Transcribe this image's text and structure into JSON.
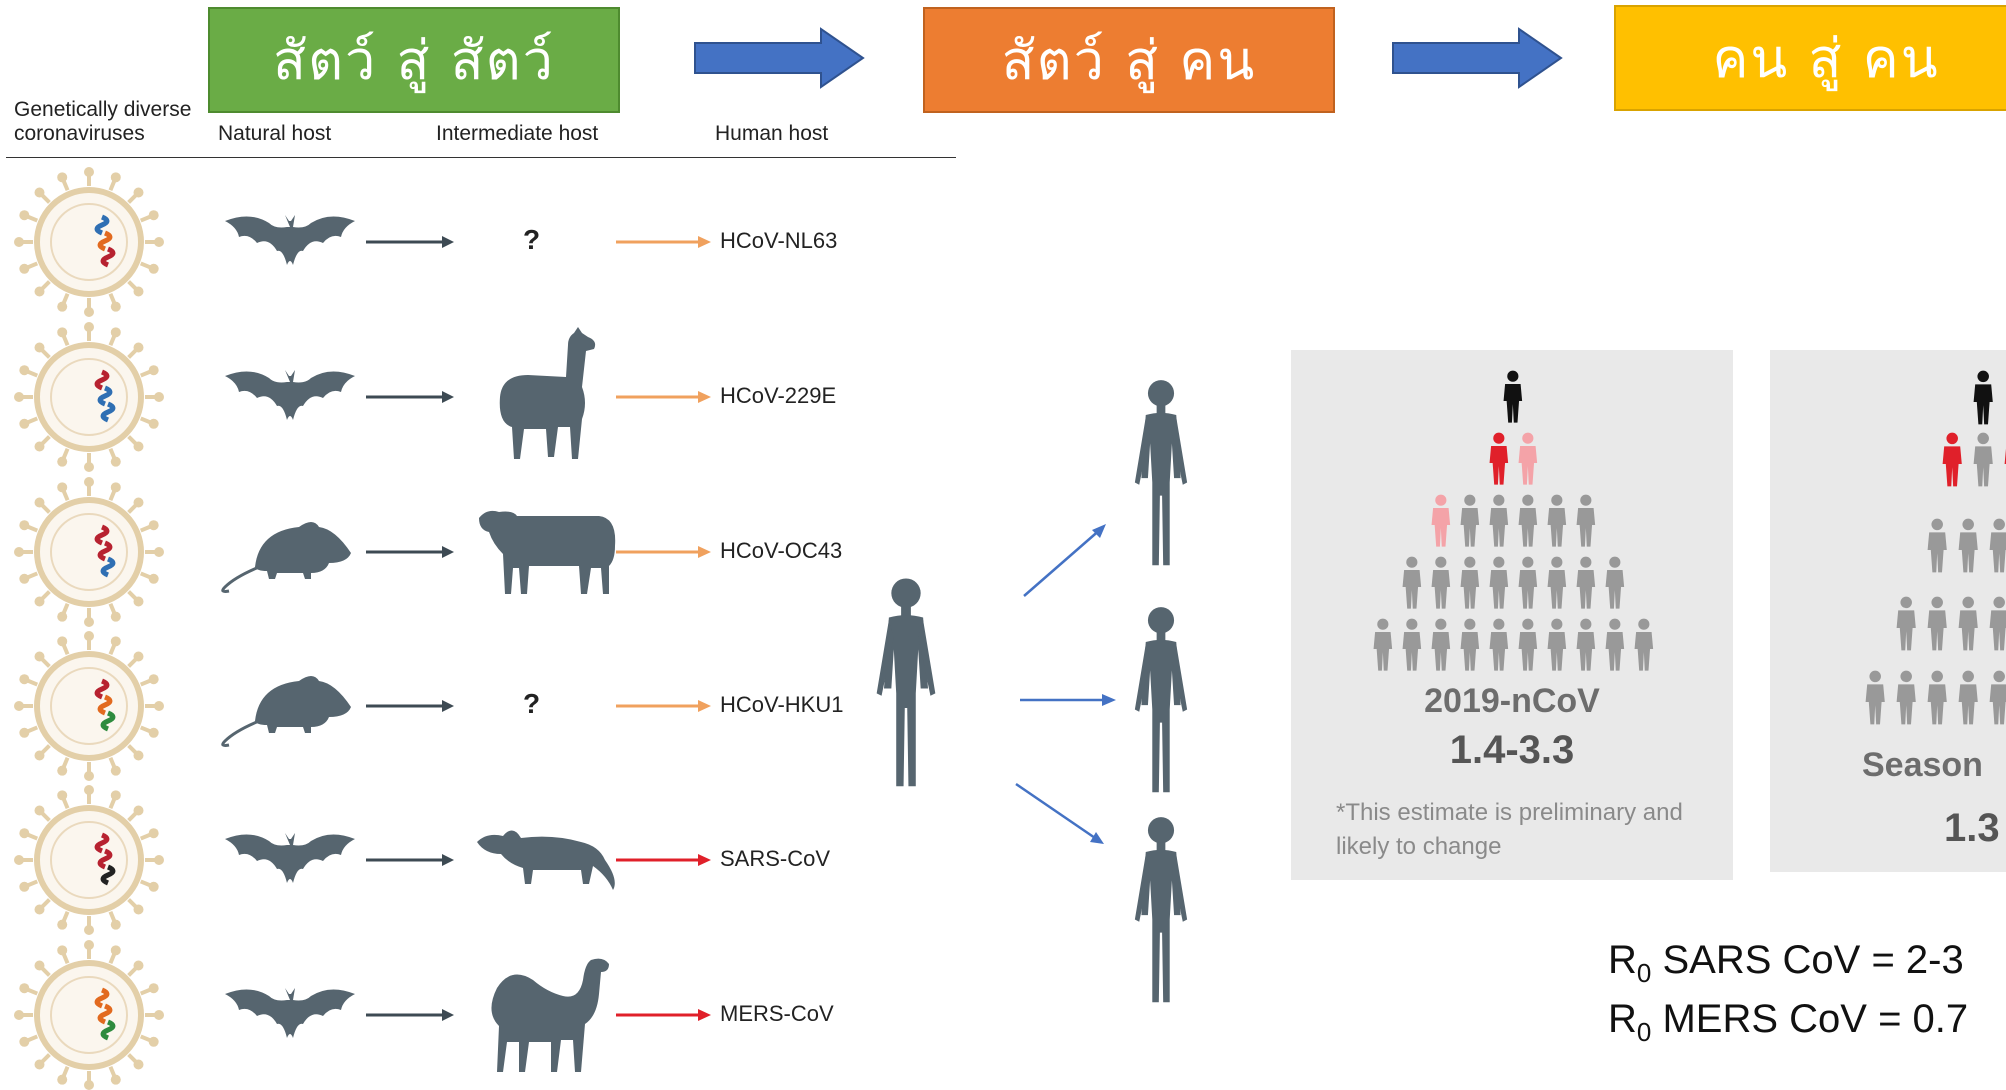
{
  "banners": {
    "animal_to_animal": "สัตว์ สู่ สัตว์",
    "animal_to_human": "สัตว์ สู่ คน",
    "human_to_human": "คน สู่ คน"
  },
  "headers": {
    "diverse": "Genetically diverse coronaviruses",
    "natural_host": "Natural host",
    "intermediate_host": "Intermediate host",
    "human_host": "Human host"
  },
  "rows": [
    {
      "virus": "HCoV-NL63",
      "natural_host": "bat",
      "intermediate": "?",
      "arrow_color": "#f0a15e"
    },
    {
      "virus": "HCoV-229E",
      "natural_host": "bat",
      "intermediate": "alpaca",
      "arrow_color": "#f0a15e"
    },
    {
      "virus": "HCoV-OC43",
      "natural_host": "rodent",
      "intermediate": "cattle",
      "arrow_color": "#f0a15e"
    },
    {
      "virus": "HCoV-HKU1",
      "natural_host": "rodent",
      "intermediate": "?",
      "arrow_color": "#f0a15e"
    },
    {
      "virus": "SARS-CoV",
      "natural_host": "bat",
      "intermediate": "civet",
      "arrow_color": "#e0202a"
    },
    {
      "virus": "MERS-CoV",
      "natural_host": "bat",
      "intermediate": "camel",
      "arrow_color": "#e0202a"
    }
  ],
  "r0_panels": [
    {
      "title": "2019-nCoV",
      "value": "1.4-3.3",
      "note": "*This estimate is preliminary and likely to change"
    },
    {
      "title": "Season",
      "value": "1.3"
    }
  ],
  "r0_text": [
    {
      "symbol": "R",
      "sub": "0",
      "text": " SARS CoV = 2-3"
    },
    {
      "symbol": "R",
      "sub": "0",
      "text": " MERS CoV = 0.7"
    }
  ],
  "colors": {
    "silhouette": "#56656f",
    "arrow_blue": "#4472c4",
    "green": "#6aac46",
    "orange": "#ed7d31",
    "yellow": "#ffc000"
  }
}
